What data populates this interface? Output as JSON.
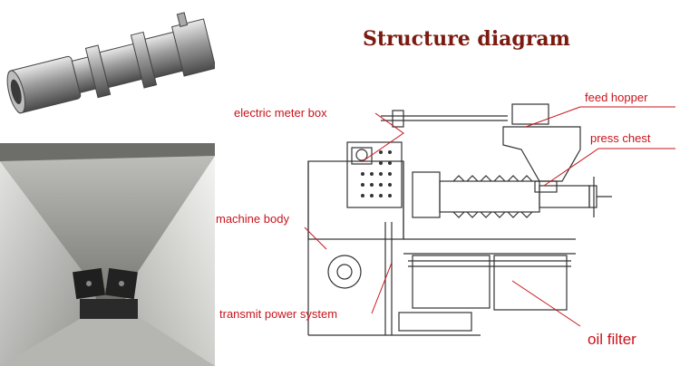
{
  "title": "Structure diagram",
  "labels": {
    "electric_meter_box": "electric meter box",
    "feed_hopper": "feed hopper",
    "press_chest": "press chest",
    "machine_body": "machine body",
    "transmit_power_system": "transmit power system",
    "oil_filter": "oil filter"
  },
  "colors": {
    "label": "#c8141c",
    "title": "#7a1a10",
    "line": "#333333"
  }
}
